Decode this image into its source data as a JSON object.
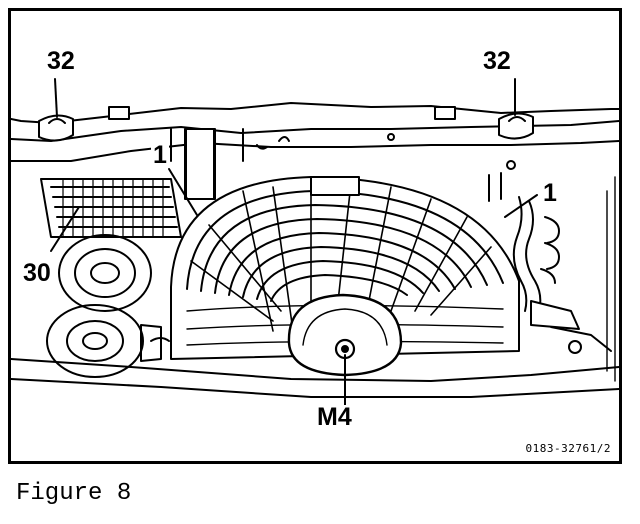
{
  "figure": {
    "callouts": {
      "mount_left": "32",
      "mount_right": "32",
      "clip_left": "1",
      "clip_right": "1",
      "condenser": "30",
      "fan_nut": "M4"
    },
    "reference_code": "0183-32761/2",
    "caption": "Figure 8"
  },
  "colors": {
    "ink": "#000000",
    "paper": "#ffffff"
  }
}
